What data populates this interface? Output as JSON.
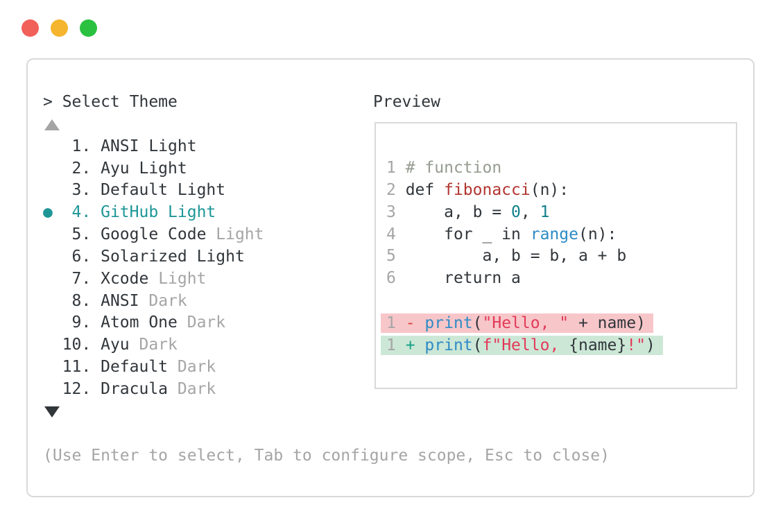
{
  "colors": {
    "accent_teal": "#1e9696",
    "text_dark": "#31363b",
    "text_gray": "#a5a5a5",
    "traffic_red": "#f2605a",
    "traffic_yellow": "#f5b52e",
    "traffic_green": "#2bc140",
    "diff_removed_bg": "#f7c6c9",
    "diff_added_bg": "#cce7d6",
    "syntax": {
      "comment": "#959c90",
      "function": "#b23530",
      "number": "#12808c",
      "builtin": "#2e8bc5",
      "string": "#e23a59",
      "diff_minus": "#d8453f",
      "diff_plus": "#169f87"
    }
  },
  "window_controls": {
    "close": "red-circle",
    "minimize": "yellow-circle",
    "maximize": "green-circle"
  },
  "selector": {
    "header": "> Select Theme",
    "scroll_up_icon": "triangle-up",
    "scroll_down_icon": "triangle-down",
    "selected_bullet_icon": "dot",
    "items": [
      {
        "number": "1",
        "name": "ANSI Light",
        "selected": false,
        "parts": [
          {
            "text": "ANSI Light",
            "dim": false
          }
        ]
      },
      {
        "number": "2",
        "name": "Ayu Light",
        "selected": false,
        "parts": [
          {
            "text": "Ayu Light",
            "dim": false
          }
        ]
      },
      {
        "number": "3",
        "name": "Default Light",
        "selected": false,
        "parts": [
          {
            "text": "Default Light",
            "dim": false
          }
        ]
      },
      {
        "number": "4",
        "name": "GitHub Light",
        "selected": true,
        "parts": [
          {
            "text": "GitHub Light",
            "dim": false
          }
        ]
      },
      {
        "number": "5",
        "name": "Google Code Light",
        "selected": false,
        "parts": [
          {
            "text": "Google Code ",
            "dim": false
          },
          {
            "text": "Light",
            "dim": true
          }
        ]
      },
      {
        "number": "6",
        "name": "Solarized Light",
        "selected": false,
        "parts": [
          {
            "text": "Solarized Light",
            "dim": false
          }
        ]
      },
      {
        "number": "7",
        "name": "Xcode Light",
        "selected": false,
        "parts": [
          {
            "text": "Xcode ",
            "dim": false
          },
          {
            "text": "Light",
            "dim": true
          }
        ]
      },
      {
        "number": "8",
        "name": "ANSI Dark",
        "selected": false,
        "parts": [
          {
            "text": "ANSI ",
            "dim": false
          },
          {
            "text": "Dark",
            "dim": true
          }
        ]
      },
      {
        "number": "9",
        "name": "Atom One Dark",
        "selected": false,
        "parts": [
          {
            "text": "Atom One ",
            "dim": false
          },
          {
            "text": "Dark",
            "dim": true
          }
        ]
      },
      {
        "number": "10",
        "name": "Ayu Dark",
        "selected": false,
        "parts": [
          {
            "text": "Ayu ",
            "dim": false
          },
          {
            "text": "Dark",
            "dim": true
          }
        ]
      },
      {
        "number": "11",
        "name": "Default Dark",
        "selected": false,
        "parts": [
          {
            "text": "Default ",
            "dim": false
          },
          {
            "text": "Dark",
            "dim": true
          }
        ]
      },
      {
        "number": "12",
        "name": "Dracula Dark",
        "selected": false,
        "parts": [
          {
            "text": "Dracula ",
            "dim": false
          },
          {
            "text": "Dark",
            "dim": true
          }
        ]
      }
    ]
  },
  "preview": {
    "label": "Preview",
    "code_lines": [
      {
        "number": "1",
        "tokens": [
          {
            "text": "# function",
            "type": "comment"
          }
        ]
      },
      {
        "number": "2",
        "tokens": [
          {
            "text": "def ",
            "type": "plain"
          },
          {
            "text": "fibonacci",
            "type": "function"
          },
          {
            "text": "(n):",
            "type": "plain"
          }
        ]
      },
      {
        "number": "3",
        "tokens": [
          {
            "text": "    a, b = ",
            "type": "plain"
          },
          {
            "text": "0",
            "type": "number"
          },
          {
            "text": ", ",
            "type": "plain"
          },
          {
            "text": "1",
            "type": "number"
          }
        ]
      },
      {
        "number": "4",
        "tokens": [
          {
            "text": "    for _ in ",
            "type": "plain"
          },
          {
            "text": "range",
            "type": "builtin"
          },
          {
            "text": "(n):",
            "type": "plain"
          }
        ]
      },
      {
        "number": "5",
        "tokens": [
          {
            "text": "        a, b = b, a + b",
            "type": "plain"
          }
        ]
      },
      {
        "number": "6",
        "tokens": [
          {
            "text": "    return a",
            "type": "plain"
          }
        ]
      }
    ],
    "diff_lines": [
      {
        "number": "1",
        "kind": "removed",
        "tokens": [
          {
            "text": "- ",
            "type": "diff_minus"
          },
          {
            "text": "print",
            "type": "builtin"
          },
          {
            "text": "(",
            "type": "plain"
          },
          {
            "text": "\"Hello, \"",
            "type": "string"
          },
          {
            "text": " + name)",
            "type": "plain"
          }
        ]
      },
      {
        "number": "1",
        "kind": "added",
        "tokens": [
          {
            "text": "+ ",
            "type": "diff_plus"
          },
          {
            "text": "print",
            "type": "builtin"
          },
          {
            "text": "(",
            "type": "plain"
          },
          {
            "text": "f\"Hello, ",
            "type": "string"
          },
          {
            "text": "{name}",
            "type": "plain"
          },
          {
            "text": "!\"",
            "type": "string"
          },
          {
            "text": ")",
            "type": "plain"
          }
        ]
      }
    ]
  },
  "footer": {
    "hint": "(Use Enter to select, Tab to configure scope, Esc to close)"
  }
}
